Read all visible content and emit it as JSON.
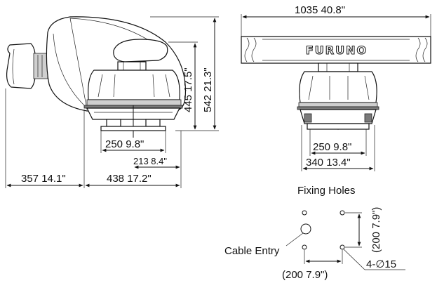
{
  "side_view": {
    "height_upper": "445  17.5\"",
    "height_total": "542  21.3\"",
    "base_width": "250  9.8\"",
    "base_offset": "213  8.4\"",
    "rear_overhang": "357  14.1\"",
    "front_length": "438  17.2\""
  },
  "front_view": {
    "antenna_length": "1035  40.8\"",
    "brand": "FURUNO",
    "base_width": "250  9.8\"",
    "pedestal_width": "340  13.4\""
  },
  "fixing_holes": {
    "title": "Fixing Holes",
    "cable_entry": "Cable Entry",
    "spacing_vertical": "(200  7.9\")",
    "spacing_horizontal": "(200  7.9\")",
    "hole_spec": "4-∅15"
  }
}
